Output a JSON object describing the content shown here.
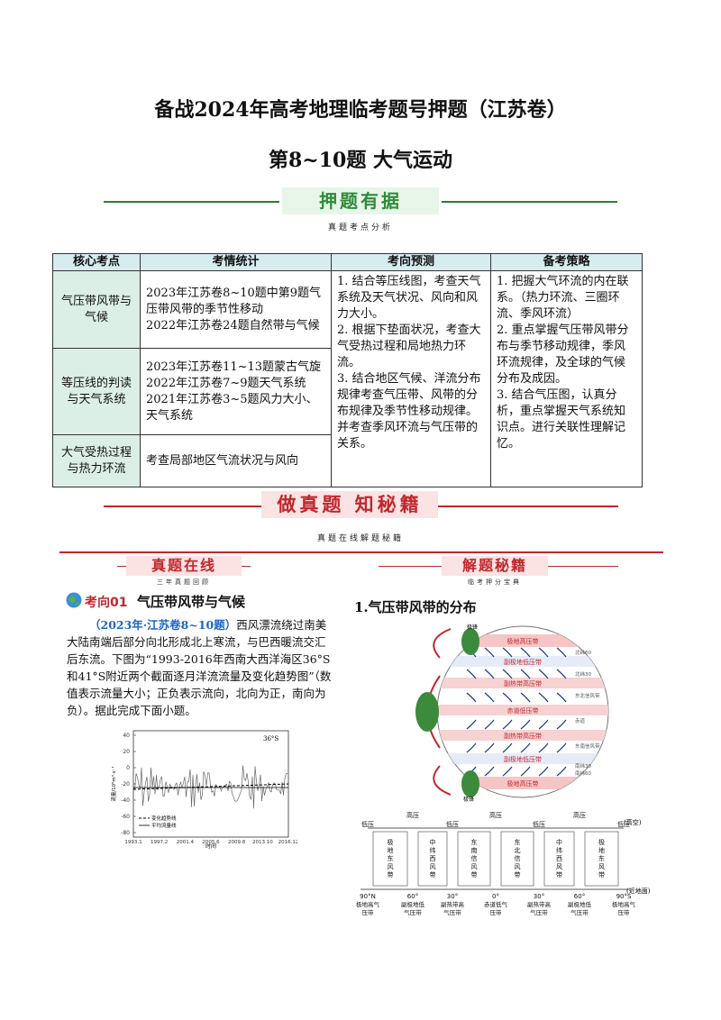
{
  "header": {
    "title": "备战2024年高考地理临考题号押题（江苏卷）",
    "subtitle": "第8~10题 大气运动"
  },
  "section1": {
    "banner": "押题有据",
    "note": "真题考点分析"
  },
  "table": {
    "headers": [
      "核心考点",
      "考情统计",
      "考向预测",
      "备考策略"
    ],
    "rows": [
      {
        "topic": "气压带风带与气候",
        "stats": [
          "2023年江苏卷8~10题中第9题气压带风带的季节性移动",
          "2022年江苏卷24题自然带与气候"
        ]
      },
      {
        "topic": "等压线的判读与天气系统",
        "stats": [
          "2023年江苏卷11~13题蒙古气旋",
          "2022年江苏卷7~9题天气系统",
          "2021年江苏卷3~5题风力大小、天气系统"
        ]
      },
      {
        "topic": "大气受热过程与热力环流",
        "stats": [
          "考查局部地区气流状况与风向"
        ]
      }
    ],
    "prediction": [
      "1. 结合等压线图，考查天气系统及天气状况、风向和风力大小。",
      "2. 根据下垫面状况，考查大气受热过程和局地热力环流。",
      "3. 结合地区气候、洋流分布规律考查气压带、风带的分布规律及季节性移动规律。并考查季风环流与气压带的关系。"
    ],
    "strategy": [
      "1. 把握大气环流的内在联系。（热力环流、三圈环流、季风环流）",
      "2. 重点掌握气压带风带分布与季节移动规律，季风环流规律，及全球的气候分布及成因。",
      "3. 结合气压图，认真分析，重点掌握天气系统知识点。进行关联性理解记忆。"
    ]
  },
  "section2": {
    "banner": "做真题 知秘籍",
    "note": "真题在线解题秘籍"
  },
  "left": {
    "banner": "真题在线",
    "note": "三年真题回顾",
    "kaoxiang_label": "考向01",
    "kaoxiang_title": "气压带风带与气候",
    "source": "（2023年·江苏卷8~10题）",
    "text": "西风漂流绕过南美大陆南端后部分向北形成北上寒流，与巴西暖流交汇后东流。下图为“1993-2016年西南大西洋海区36°S和41°S附近两个截面逐月洋流流量及变化趋势图”（数值表示流量大小；正负表示流向，北向为正，南向为负）。据此完成下面小题。",
    "chart": {
      "lat_label": "36°S",
      "legend_trend": "变化趋势线",
      "legend_mean": "平均流量线",
      "ylabel": "流量/10⁶m³·s⁻¹",
      "xlabel": "时间",
      "yticks": [
        "40",
        "20",
        "0",
        "-20",
        "-40",
        "-60",
        "-80"
      ],
      "xticks": [
        "1993.1",
        "1997.2",
        "2001.4",
        "2005.6",
        "2009.8",
        "2013.10",
        "2016.12"
      ]
    }
  },
  "right": {
    "banner": "解题秘籍",
    "note": "临考押分宝典",
    "heading": "1.气压带风带的分布",
    "globe_labels": [
      "极地高压带",
      "副极地低压带",
      "副热带高压带",
      "赤道低压带",
      "副热带高压带",
      "副极地低压带",
      "极地高压带"
    ],
    "globe_lat": [
      "北纬60",
      "北纬30",
      "东北信风带",
      "赤道",
      "东南信风带",
      "南纬30",
      "南纬60"
    ],
    "side_labels": {
      "left": "极锋",
      "left2": "极锋"
    },
    "diagram": {
      "top_labels": [
        "低压",
        "高压",
        "低压",
        "高压",
        "低压",
        "高压",
        "低压"
      ],
      "hi_alt": "(高空)",
      "near_ground": "(近地面)",
      "cols": [
        {
          "lat": "90°N",
          "name": "极地高气压带"
        },
        {
          "lat": "60°",
          "name": "副极地低气压带"
        },
        {
          "lat": "30°",
          "name": "副热带高气压带"
        },
        {
          "lat": "0°",
          "name": "赤道低气压带"
        },
        {
          "lat": "30°",
          "name": "副热带高气压带"
        },
        {
          "lat": "60°",
          "name": "副极地低气压带"
        },
        {
          "lat": "90°S",
          "name": "极地高气压带"
        }
      ],
      "winds": [
        "极地东风带",
        "中纬西风带",
        "东南信风带",
        "东北信风带",
        "中纬西风带",
        "极地东风带"
      ]
    }
  }
}
